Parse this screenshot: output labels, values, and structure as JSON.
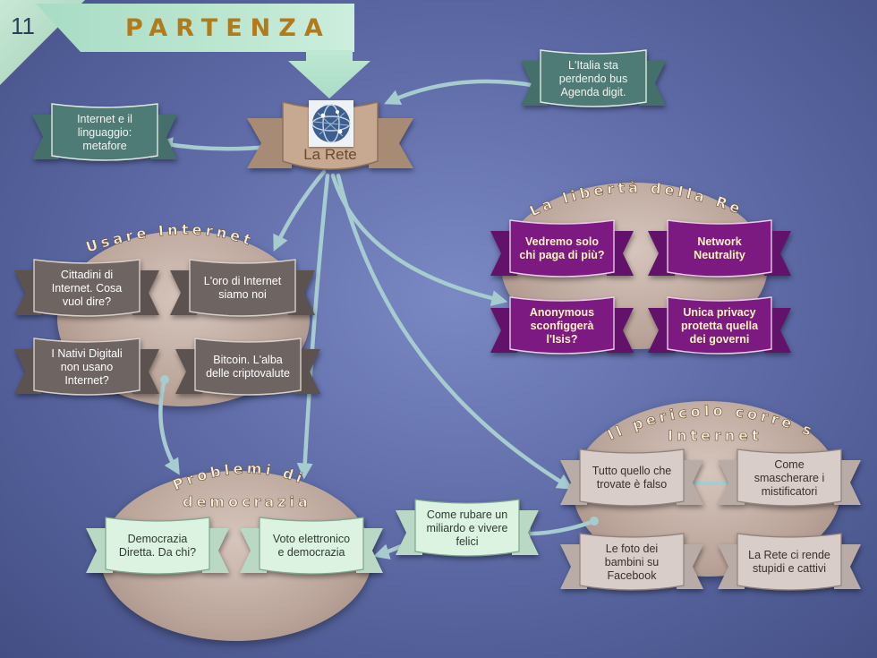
{
  "slide_number": "11",
  "title": "PARTENZA",
  "hub": {
    "label": "La Rete",
    "icon": "globe-network-icon"
  },
  "top_nodes": {
    "italia": "L'Italia sta perdendo bus Agenda digit.",
    "linguaggio": "Internet e il linguaggio: metafore"
  },
  "groups": {
    "usare": {
      "title": "Usare Internet",
      "items": [
        "Cittadini di Internet. Cosa vuol dire?",
        "L'oro di Internet siamo noi",
        "I Nativi Digitali non usano Internet?",
        "Bitcoin. L'alba delle criptovalute"
      ]
    },
    "liberta": {
      "title": "La libertà della Rete",
      "items": [
        "Vedremo solo chi paga di più?",
        "Network Neutrality",
        "Anonymous sconfiggerà l'Isis?",
        "Unica privacy protetta quella dei governi"
      ]
    },
    "pericolo": {
      "title_line1": "Il pericolo corre su",
      "title_line2": "Internet",
      "items": [
        "Tutto quello che trovate è falso",
        "Come smascherare i mistificatori",
        "Le foto dei bambini su Facebook",
        "La Rete ci rende stupidi e cattivi"
      ]
    },
    "democrazia": {
      "title_line1": "Problemi di",
      "title_line2": "democrazia",
      "items": [
        "Democrazia Diretta. Da chi?",
        "Voto elettronico e democrazia"
      ]
    }
  },
  "bridge_node": "Come rubare un miliardo e vivere felici",
  "colors": {
    "teal_ribbon": "#456f6b",
    "taupe_ribbon": "#6e6462",
    "purple_ribbon": "#7c1a82",
    "light_ribbon": "#d8cdc8",
    "mint_ribbon": "#ddf3e2",
    "hub_ribbon": "#c7a890",
    "connector": "#a7cccf",
    "accent_title": "#b47a18"
  }
}
